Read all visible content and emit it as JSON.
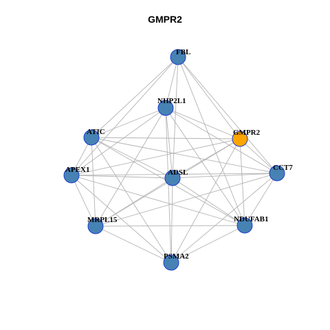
{
  "title": "GMPR2",
  "colors": {
    "default_node": "#4682b4",
    "focus_node": "#ffa500",
    "edge": "#b3b3b3"
  },
  "focus": "GMPR2",
  "nodes": [
    "FBL",
    "NHP2L1",
    "ATIC",
    "GMPR2",
    "APEX1",
    "ADSL",
    "CCT7",
    "MRPL15",
    "NDUFAB1",
    "PSMA2"
  ],
  "edges": [
    [
      "FBL",
      "NHP2L1"
    ],
    [
      "FBL",
      "ATIC"
    ],
    [
      "FBL",
      "CCT7"
    ],
    [
      "FBL",
      "GMPR2"
    ],
    [
      "FBL",
      "APEX1"
    ],
    [
      "FBL",
      "ADSL"
    ],
    [
      "FBL",
      "NDUFAB1"
    ],
    [
      "NHP2L1",
      "ATIC"
    ],
    [
      "NHP2L1",
      "APEX1"
    ],
    [
      "NHP2L1",
      "GMPR2"
    ],
    [
      "NHP2L1",
      "CCT7"
    ],
    [
      "NHP2L1",
      "ADSL"
    ],
    [
      "NHP2L1",
      "MRPL15"
    ],
    [
      "NHP2L1",
      "NDUFAB1"
    ],
    [
      "NHP2L1",
      "PSMA2"
    ],
    [
      "ATIC",
      "GMPR2"
    ],
    [
      "ATIC",
      "CCT7"
    ],
    [
      "ATIC",
      "APEX1"
    ],
    [
      "ATIC",
      "ADSL"
    ],
    [
      "ATIC",
      "MRPL15"
    ],
    [
      "ATIC",
      "NDUFAB1"
    ],
    [
      "ATIC",
      "PSMA2"
    ],
    [
      "GMPR2",
      "APEX1"
    ],
    [
      "GMPR2",
      "CCT7"
    ],
    [
      "GMPR2",
      "ADSL"
    ],
    [
      "GMPR2",
      "MRPL15"
    ],
    [
      "GMPR2",
      "NDUFAB1"
    ],
    [
      "GMPR2",
      "PSMA2"
    ],
    [
      "APEX1",
      "ADSL"
    ],
    [
      "APEX1",
      "CCT7"
    ],
    [
      "APEX1",
      "MRPL15"
    ],
    [
      "APEX1",
      "NDUFAB1"
    ],
    [
      "APEX1",
      "PSMA2"
    ],
    [
      "ADSL",
      "CCT7"
    ],
    [
      "ADSL",
      "MRPL15"
    ],
    [
      "ADSL",
      "NDUFAB1"
    ],
    [
      "ADSL",
      "PSMA2"
    ],
    [
      "CCT7",
      "MRPL15"
    ],
    [
      "CCT7",
      "NDUFAB1"
    ],
    [
      "CCT7",
      "PSMA2"
    ],
    [
      "MRPL15",
      "NDUFAB1"
    ],
    [
      "MRPL15",
      "PSMA2"
    ],
    [
      "NDUFAB1",
      "PSMA2"
    ]
  ]
}
